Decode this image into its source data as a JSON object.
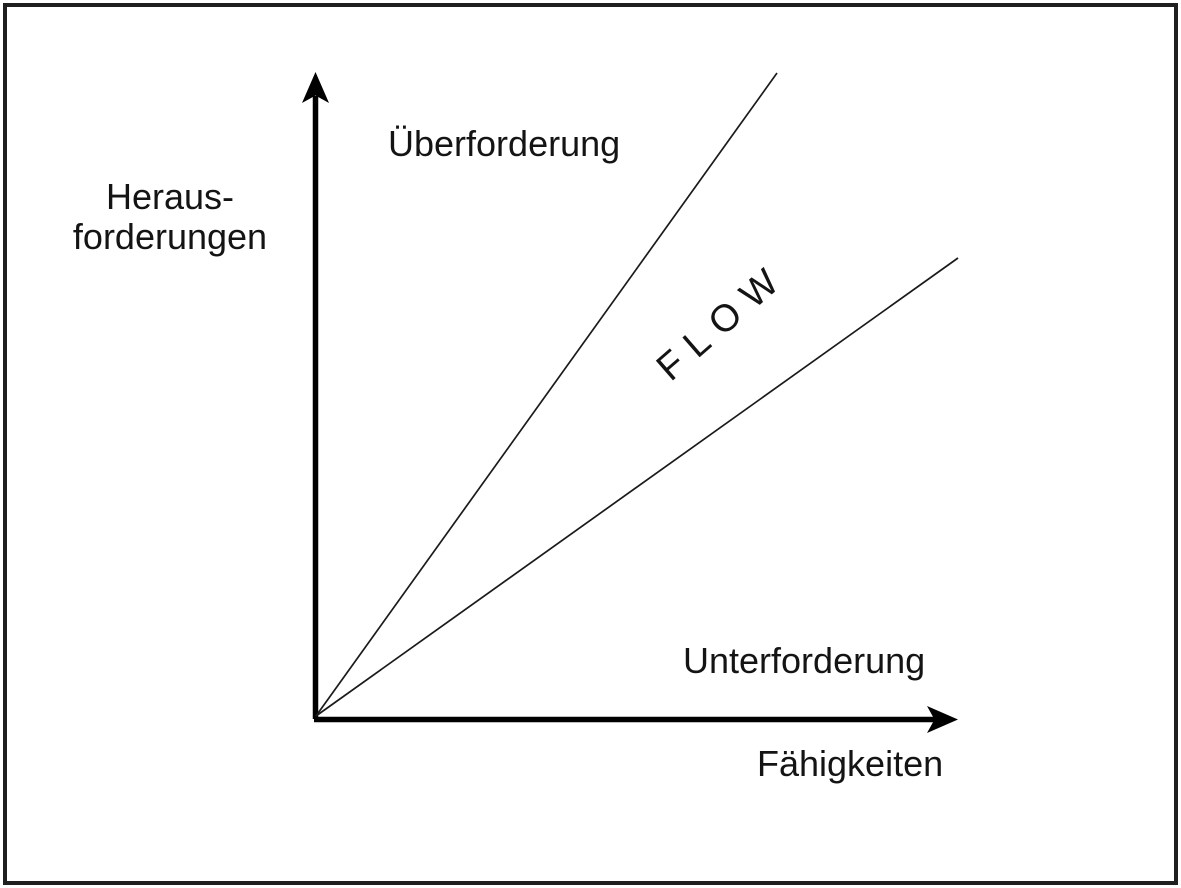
{
  "diagram": {
    "type": "flow-channel-diagram",
    "y_axis": {
      "label_line1": "Heraus-",
      "label_line2": "forderungen"
    },
    "x_axis": {
      "label": "Fähigkeiten"
    },
    "regions": {
      "overload": "Überforderung",
      "channel": "FLOW",
      "underload": "Unterforderung"
    }
  },
  "colors": {
    "ink": "#141414",
    "axis": "#000000",
    "thin_line": "#1a1a1a",
    "border": "#1f1f1f",
    "background": "#ffffff"
  }
}
